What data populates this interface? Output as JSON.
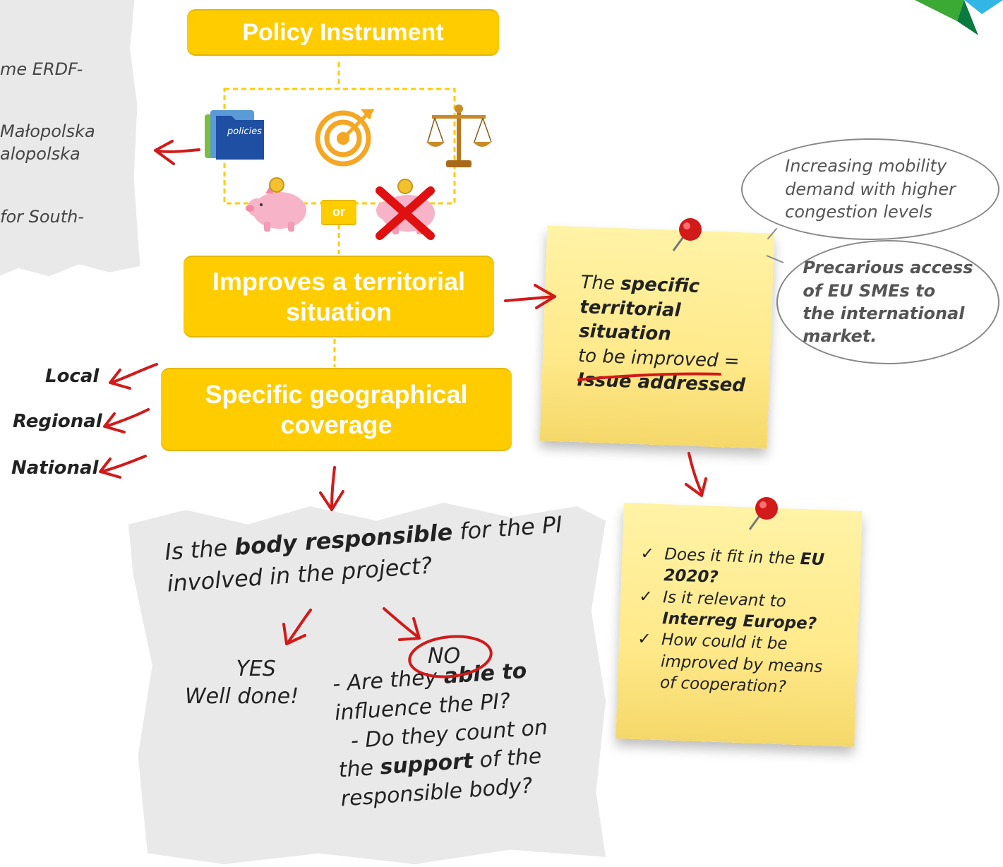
{
  "left_paper": {
    "lines": [
      "me ERDF-",
      "Małopolska",
      "alopolska",
      "for South-"
    ]
  },
  "policy_instrument": {
    "title": "Policy Instrument"
  },
  "icons": {
    "folder": {
      "name": "folder-icon",
      "label": "policies"
    },
    "target": {
      "name": "target-icon"
    },
    "scales": {
      "name": "scales-icon"
    },
    "piggy_bank": {
      "name": "piggy-bank-icon"
    },
    "piggy_bank_crossed": {
      "name": "piggy-bank-crossed-icon"
    },
    "or_label": "or"
  },
  "improves_box": {
    "line1": "Improves a territorial",
    "line2": "situation"
  },
  "coverage_box": {
    "line1": "Specific geographical",
    "line2": "coverage"
  },
  "coverage_levels": [
    "Local",
    "Regional",
    "National"
  ],
  "bubbles": {
    "top": [
      "Increasing mobility",
      "demand with higher",
      "congestion levels"
    ],
    "bottom": [
      "Precarious access",
      "of EU SMEs to",
      "the international",
      "market."
    ]
  },
  "note_issue": {
    "line1_pre": "The ",
    "line1_bold": "specific",
    "line2": "territorial situation",
    "line3": "to be improved =",
    "line4": "Issue addressed"
  },
  "note_checks": {
    "items": [
      {
        "pre": "Does it fit in the ",
        "bold": "EU",
        "line2": "2020?"
      },
      {
        "pre": "Is it relevant to",
        "line2_bold": "Interreg Europe?"
      },
      {
        "pre": "How could it be",
        "line2": "improved by means",
        "line3": "of cooperation?"
      }
    ],
    "check_mark": "✓"
  },
  "bottom_paper": {
    "question_l1_pre": "Is the ",
    "question_l1_bold": "body responsible",
    "question_l1_post": " for the PI",
    "question_l2": "involved in the project?",
    "yes": "YES",
    "yes_sub": "Well done!",
    "no": "NO",
    "no_l1_pre": "- Are they ",
    "no_l1_bold": "able to",
    "no_l2": "influence the PI?",
    "no_l3": "- Do they count on",
    "no_l4_pre": "the ",
    "no_l4_bold": "support",
    "no_l4_post": " of the",
    "no_l5": "responsible body?"
  },
  "logo": {
    "name": "interreg-logo"
  }
}
